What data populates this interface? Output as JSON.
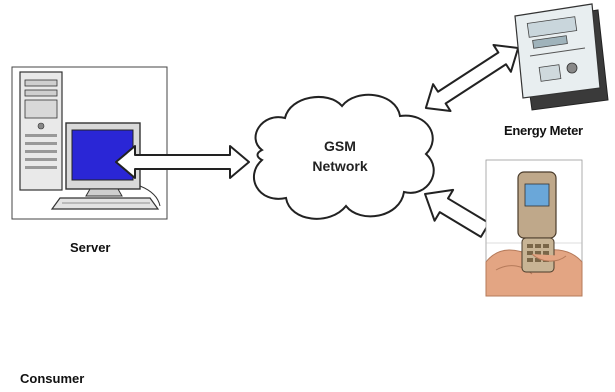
{
  "diagram": {
    "nodes": {
      "server": {
        "label": "Server"
      },
      "network": {
        "label_line1": "GSM",
        "label_line2": "Network"
      },
      "energy_meter": {
        "label": "Energy Meter"
      },
      "consumer": {
        "label": "Consumer"
      }
    },
    "edges": [
      {
        "from": "server",
        "to": "network",
        "direction": "bidirectional"
      },
      {
        "from": "network",
        "to": "energy_meter",
        "direction": "bidirectional"
      },
      {
        "from": "consumer",
        "to": "network",
        "direction": "to-network"
      }
    ]
  }
}
